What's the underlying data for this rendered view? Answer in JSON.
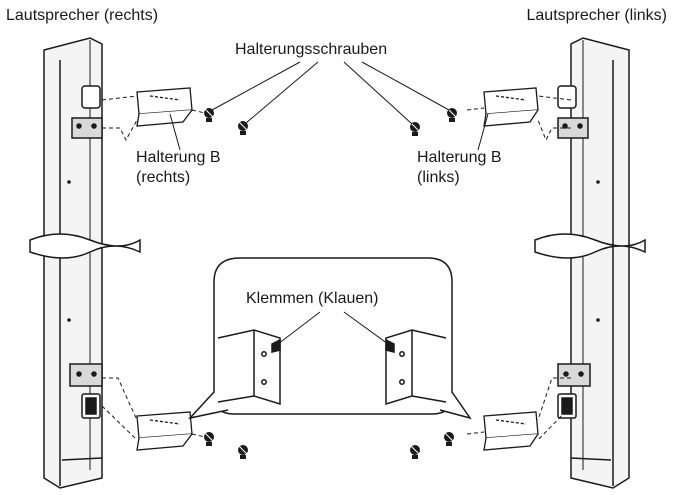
{
  "labels": {
    "speaker_right": "Lautsprecher (rechts)",
    "speaker_left": "Lautsprecher (links)",
    "mounting_screws": "Halterungsschrauben",
    "bracket_b_right_line1": "Halterung B",
    "bracket_b_right_line2": "(rechts)",
    "bracket_b_left_line1": "Halterung B",
    "bracket_b_left_line2": "(links)",
    "clamps": "Klemmen (Klauen)"
  },
  "colors": {
    "line": "#1a1a1a",
    "speaker_fill": "#f4f4f4",
    "shade": "#d9d9d9",
    "background": "#ffffff"
  },
  "icons": {
    "speaker": "speaker-column-icon",
    "bracket": "bracket-b-icon",
    "screw": "screw-icon",
    "clamp_detail": "clamp-detail-callout-icon"
  }
}
